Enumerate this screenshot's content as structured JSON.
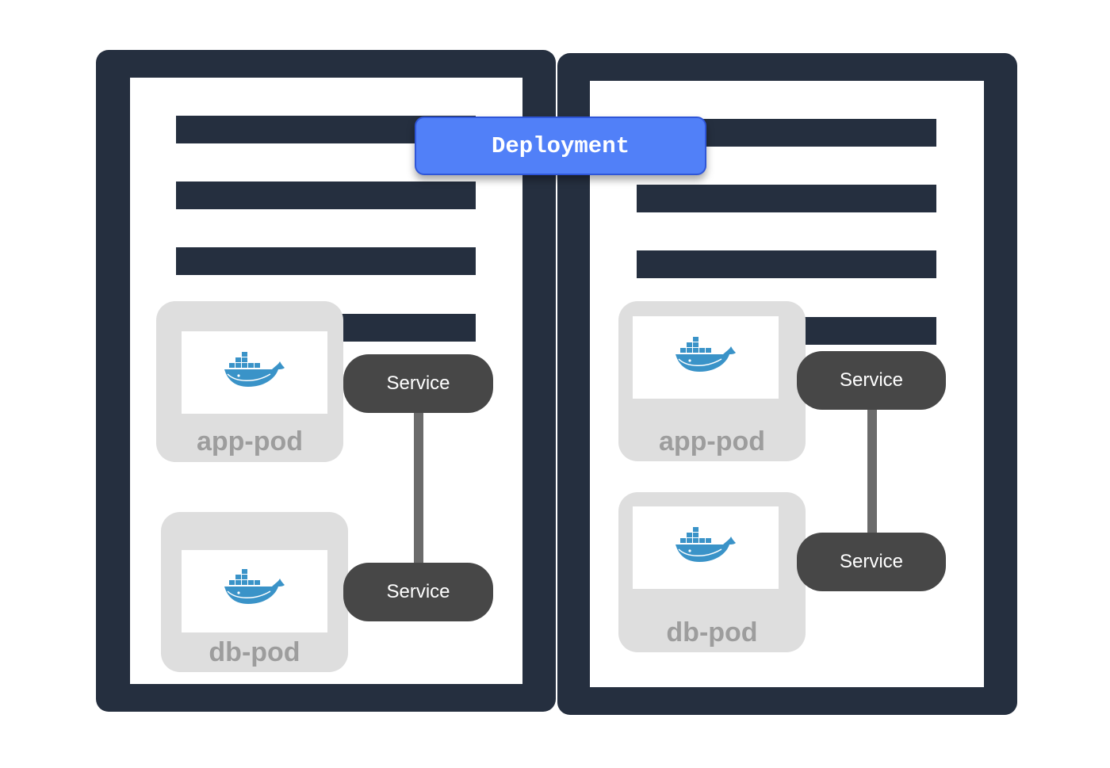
{
  "deployment": {
    "label": "Deployment"
  },
  "nodes": [
    {
      "app_pod": {
        "label": "app-pod",
        "icon": "docker-whale-icon"
      },
      "db_pod": {
        "label": "db-pod",
        "icon": "docker-whale-icon"
      },
      "app_service": {
        "label": "Service"
      },
      "db_service": {
        "label": "Service"
      }
    },
    {
      "app_pod": {
        "label": "app-pod",
        "icon": "docker-whale-icon"
      },
      "db_pod": {
        "label": "db-pod",
        "icon": "docker-whale-icon"
      },
      "app_service": {
        "label": "Service"
      },
      "db_service": {
        "label": "Service"
      }
    }
  ],
  "colors": {
    "node": "#252f3f",
    "pod_background": "#dedede",
    "pod_label": "#9d9d9d",
    "service": "#474747",
    "connector": "#6b6b6b",
    "deployment": "#5180f8",
    "whale": "#3a93c8"
  }
}
